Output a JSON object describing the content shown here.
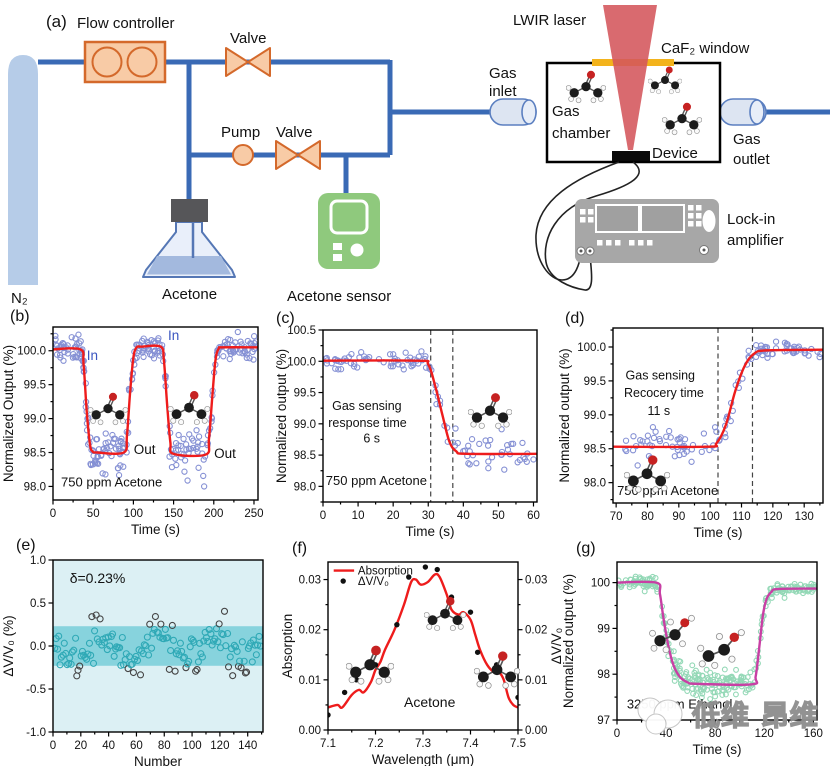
{
  "schematic": {
    "labels": {
      "panel_letter": "(a)",
      "flow_controller": "Flow controller",
      "valve_top": "Valve",
      "pump": "Pump",
      "valve_bottom": "Valve",
      "n2": "N₂",
      "acetone": "Acetone",
      "acetone_sensor": "Acetone sensor",
      "lwir_laser": "LWIR laser",
      "caf2_window": "CaF₂ window",
      "gas_inlet_1": "Gas",
      "gas_inlet_2": "inlet",
      "gas_chamber_1": "Gas",
      "gas_chamber_2": "chamber",
      "device": "Device",
      "gas_outlet_1": "Gas",
      "gas_outlet_2": "outlet",
      "lockin_1": "Lock-in",
      "lockin_2": "amplifier"
    },
    "palette": {
      "pipe_blue": "#3a6ab5",
      "component_orange_fill": "#f8cba6",
      "component_orange_stroke": "#d4692b",
      "tank_blue": "#b6cce8",
      "sensor_green": "#8fc97d",
      "laser_red": "#d4555b",
      "window_yellow": "#f3b31c",
      "amplifier_gray": "#a7a7a7"
    }
  },
  "watermark": {
    "text": "低维 昂维"
  },
  "chart_data": [
    {
      "id": "b",
      "letter": "(b)",
      "type": "scatter",
      "x": {
        "label": "Time (s)",
        "range": [
          0,
          255
        ],
        "ticks": [
          0,
          50,
          100,
          150,
          200,
          250
        ],
        "minor": 25,
        "decimals": 0
      },
      "y": {
        "label": "Normalized Output (%)",
        "range": [
          97.8,
          100.35
        ],
        "ticks": [
          98.0,
          98.5,
          99.0,
          99.5,
          100.0
        ],
        "minor": 0.25,
        "decimals": 1
      },
      "fit": {
        "color": "#ee1c1c",
        "points": [
          [
            0,
            100.02
          ],
          [
            34,
            100.02
          ],
          [
            38,
            99.8
          ],
          [
            42,
            99.1
          ],
          [
            46,
            98.62
          ],
          [
            49,
            98.52
          ],
          [
            55,
            98.5
          ],
          [
            88,
            98.5
          ],
          [
            92,
            98.75
          ],
          [
            96,
            99.4
          ],
          [
            100,
            99.9
          ],
          [
            104,
            100.05
          ],
          [
            110,
            100.06
          ],
          [
            134,
            100.06
          ],
          [
            138,
            99.85
          ],
          [
            142,
            99.2
          ],
          [
            146,
            98.65
          ],
          [
            150,
            98.48
          ],
          [
            190,
            98.47
          ],
          [
            194,
            98.7
          ],
          [
            198,
            99.3
          ],
          [
            202,
            99.85
          ],
          [
            206,
            100.03
          ],
          [
            212,
            100.05
          ],
          [
            255,
            100.05
          ]
        ]
      },
      "scatter": {
        "mode": "follow",
        "n": 280,
        "seed": 11,
        "x_range": [
          2,
          253
        ],
        "sigma_low": 0.17,
        "sigma_high": 0.09,
        "threshold": 99.3,
        "color": "#8590d4",
        "r": 2.6
      },
      "annotations": [
        {
          "text": "In",
          "x": 49,
          "y": 99.86,
          "color": "#3a55c0",
          "size": 13.5
        },
        {
          "text": "In",
          "x": 150,
          "y": 100.16,
          "color": "#3a55c0",
          "size": 13.5
        },
        {
          "text": "Out",
          "x": 114,
          "y": 98.48,
          "color": "#111111",
          "size": 13.5
        },
        {
          "text": "Out",
          "x": 214,
          "y": 98.42,
          "color": "#111111",
          "size": 13.5
        },
        {
          "text": "750 ppm Acetone",
          "x": 10,
          "y": 98.0,
          "color": "#111111",
          "size": 13,
          "anchor": "start"
        }
      ]
    },
    {
      "id": "c",
      "letter": "(c)",
      "type": "scatter",
      "x": {
        "label": "Time (s)",
        "range": [
          0,
          61
        ],
        "ticks": [
          0,
          10,
          20,
          30,
          40,
          50,
          60
        ],
        "minor": 5,
        "decimals": 0
      },
      "y": {
        "label": "Normalized output (%)",
        "range": [
          97.75,
          100.5
        ],
        "ticks": [
          98.0,
          98.5,
          99.0,
          99.5,
          100.0,
          100.5
        ],
        "minor": 0.25,
        "decimals": 1
      },
      "vlines": [
        30.7,
        37.0
      ],
      "fit": {
        "color": "#ee1c1c",
        "points": [
          [
            0,
            100.01
          ],
          [
            27,
            100.01
          ],
          [
            30,
            99.95
          ],
          [
            32,
            99.6
          ],
          [
            34,
            99.15
          ],
          [
            36,
            98.72
          ],
          [
            38,
            98.56
          ],
          [
            41,
            98.52
          ],
          [
            61,
            98.52
          ]
        ]
      },
      "scatter": {
        "mode": "follow",
        "n": 110,
        "seed": 3,
        "x_range": [
          0.5,
          60.5
        ],
        "sigma_low": 0.13,
        "sigma_high": 0.07,
        "threshold": 99.3,
        "color": "#8590d4",
        "r": 2.6
      },
      "annotations": [
        {
          "text": "Gas sensing",
          "x": 2.6,
          "y": 99.22,
          "size": 12.5,
          "anchor": "start"
        },
        {
          "text": "response time",
          "x": 1.5,
          "y": 98.95,
          "size": 12.5,
          "anchor": "start"
        },
        {
          "text": "6 s",
          "x": 11.5,
          "y": 98.7,
          "size": 12.5,
          "anchor": "start"
        },
        {
          "text": "750 ppm Acetone",
          "x": 0.8,
          "y": 98.02,
          "size": 13,
          "anchor": "start"
        }
      ]
    },
    {
      "id": "d",
      "letter": "(d)",
      "type": "scatter",
      "x": {
        "label": "Time (s)",
        "range": [
          69,
          136
        ],
        "ticks": [
          70,
          80,
          90,
          100,
          110,
          120,
          130
        ],
        "minor": 5,
        "decimals": 0
      },
      "y": {
        "label": "Normalized output (%)",
        "range": [
          97.7,
          100.28
        ],
        "ticks": [
          98.0,
          98.5,
          99.0,
          99.5,
          100.0
        ],
        "minor": 0.25,
        "decimals": 1
      },
      "vlines": [
        102.5,
        113.5
      ],
      "fit": {
        "color": "#ee1c1c",
        "points": [
          [
            69,
            98.53
          ],
          [
            99,
            98.53
          ],
          [
            102,
            98.58
          ],
          [
            105,
            98.85
          ],
          [
            108,
            99.35
          ],
          [
            111,
            99.72
          ],
          [
            114,
            99.9
          ],
          [
            118,
            99.95
          ],
          [
            136,
            99.96
          ]
        ]
      },
      "scatter": {
        "mode": "follow",
        "n": 120,
        "seed": 9,
        "x_range": [
          71,
          135.5
        ],
        "sigma_low": 0.12,
        "sigma_high": 0.06,
        "threshold": 99.3,
        "color": "#8590d4",
        "r": 2.6
      },
      "annotations": [
        {
          "text": "Gas sensing",
          "x": 73,
          "y": 99.52,
          "size": 12.5,
          "anchor": "start"
        },
        {
          "text": "Recocery time",
          "x": 72.5,
          "y": 99.26,
          "size": 12.5,
          "anchor": "start"
        },
        {
          "text": "11 s",
          "x": 80,
          "y": 99.0,
          "size": 12.5,
          "anchor": "start"
        },
        {
          "text": "750 ppm Acetone",
          "x": 70.3,
          "y": 97.82,
          "size": 13,
          "anchor": "start"
        }
      ]
    },
    {
      "id": "e",
      "letter": "(e)",
      "type": "scatter",
      "x": {
        "label": "Number",
        "range": [
          0,
          151
        ],
        "ticks": [
          0,
          20,
          40,
          60,
          80,
          100,
          120,
          140
        ],
        "minor": 10,
        "decimals": 0
      },
      "y": {
        "label": "ΔV/V₀ (%)",
        "range": [
          -1.0,
          1.0
        ],
        "ticks": [
          -1.0,
          -0.5,
          0.0,
          0.5,
          1.0
        ],
        "decimals": 1
      },
      "bg": "#dcf0f4",
      "band": {
        "from": -0.23,
        "to": 0.23,
        "color": "#87d3dd"
      },
      "scatter": {
        "mode": "wave",
        "n": 150,
        "seed": 5,
        "x_range": [
          1,
          150
        ],
        "amp": 0.17,
        "period": 42,
        "phase": 2.9,
        "sigma": 0.13,
        "clamp": [
          -0.42,
          0.6
        ],
        "band_threshold": 0.23,
        "color_in": "#2fa9b6",
        "color_out": "#454545",
        "r": 3
      },
      "annotations": [
        {
          "text": "δ=0.23%",
          "x": 12,
          "y": 0.73,
          "size": 14,
          "anchor": "start"
        }
      ]
    },
    {
      "id": "f",
      "letter": "(f)",
      "type": "line+dots",
      "x": {
        "label": "Wavelength (μm)",
        "range": [
          7.1,
          7.5
        ],
        "ticks": [
          7.1,
          7.2,
          7.3,
          7.4,
          7.5
        ],
        "minor": 0.05,
        "decimals": 1
      },
      "y": {
        "label": "Absorption",
        "range": [
          0,
          0.0335
        ],
        "ticks": [
          0.0,
          0.01,
          0.02,
          0.03
        ],
        "minor": 0.005,
        "decimals": 2
      },
      "y2": {
        "label": "ΔV/V₀",
        "ticks": [
          0.0,
          0.01,
          0.02,
          0.03
        ],
        "minor": 0.005,
        "decimals": 2
      },
      "curve": {
        "color": "#ee1c1c",
        "points": [
          [
            7.1,
            0.0045
          ],
          [
            7.12,
            0.005
          ],
          [
            7.13,
            0.0045
          ],
          [
            7.15,
            0.007
          ],
          [
            7.165,
            0.008
          ],
          [
            7.175,
            0.0075
          ],
          [
            7.19,
            0.0095
          ],
          [
            7.2,
            0.012
          ],
          [
            7.21,
            0.0135
          ],
          [
            7.22,
            0.016
          ],
          [
            7.24,
            0.02
          ],
          [
            7.26,
            0.025
          ],
          [
            7.275,
            0.0295
          ],
          [
            7.285,
            0.03
          ],
          [
            7.295,
            0.029
          ],
          [
            7.31,
            0.0295
          ],
          [
            7.325,
            0.031
          ],
          [
            7.335,
            0.0305
          ],
          [
            7.35,
            0.027
          ],
          [
            7.36,
            0.024
          ],
          [
            7.375,
            0.023
          ],
          [
            7.385,
            0.0235
          ],
          [
            7.4,
            0.022
          ],
          [
            7.41,
            0.019
          ],
          [
            7.42,
            0.016
          ],
          [
            7.435,
            0.013
          ],
          [
            7.45,
            0.0115
          ],
          [
            7.46,
            0.0115
          ],
          [
            7.47,
            0.01
          ],
          [
            7.48,
            0.0065
          ],
          [
            7.49,
            0.005
          ],
          [
            7.5,
            0.0045
          ]
        ]
      },
      "dots": {
        "color": "#111111",
        "points": [
          [
            7.1,
            0.003
          ],
          [
            7.135,
            0.0075
          ],
          [
            7.16,
            0.01
          ],
          [
            7.2,
            0.013
          ],
          [
            7.245,
            0.021
          ],
          [
            7.27,
            0.0305
          ],
          [
            7.305,
            0.0325
          ],
          [
            7.33,
            0.032
          ],
          [
            7.36,
            0.0265
          ],
          [
            7.4,
            0.0235
          ],
          [
            7.415,
            0.0155
          ],
          [
            7.455,
            0.013
          ],
          [
            7.5,
            0.0065
          ]
        ]
      },
      "legend": {
        "line_label": "Absorption",
        "dot_label": "ΔV/V₀",
        "x_line": [
          7.112,
          7.155
        ],
        "y_line": 0.0318,
        "x_dot": 7.132,
        "y_dot": 0.0297,
        "x_text": 7.163
      },
      "annotations": [
        {
          "text": "Acetone",
          "x": 7.26,
          "y": 0.0046,
          "size": 14,
          "anchor": "start"
        }
      ]
    },
    {
      "id": "g",
      "letter": "(g)",
      "type": "scatter",
      "x": {
        "label": "Time (s)",
        "range": [
          0,
          163
        ],
        "ticks": [
          0,
          40,
          80,
          120,
          160
        ],
        "minor": 20,
        "decimals": 0
      },
      "y": {
        "label": "Normalized output (%)",
        "range": [
          97.0,
          100.45
        ],
        "ticks": [
          97,
          98,
          99,
          100
        ],
        "minor": 0.5,
        "decimals": 0
      },
      "fit": {
        "color": "#c83fa4",
        "points": [
          [
            0,
            100.0
          ],
          [
            32,
            100.0
          ],
          [
            35,
            99.75
          ],
          [
            38,
            99.2
          ],
          [
            42,
            98.6
          ],
          [
            46,
            98.2
          ],
          [
            51,
            97.95
          ],
          [
            57,
            97.83
          ],
          [
            65,
            97.79
          ],
          [
            110,
            97.78
          ],
          [
            113,
            97.95
          ],
          [
            116,
            98.6
          ],
          [
            119,
            99.3
          ],
          [
            122,
            99.65
          ],
          [
            126,
            99.8
          ],
          [
            131,
            99.86
          ],
          [
            163,
            99.87
          ]
        ]
      },
      "scatter": {
        "mode": "follow",
        "n": 300,
        "seed": 21,
        "x_range": [
          1,
          162
        ],
        "sigma_low": 0.16,
        "sigma_high": 0.07,
        "threshold": 99.0,
        "color": "#93d8b6",
        "r": 2.4
      },
      "annotations": [
        {
          "text": "3250 ppm Ethanol",
          "x": 8,
          "y": 97.25,
          "size": 13,
          "anchor": "start"
        }
      ]
    }
  ]
}
